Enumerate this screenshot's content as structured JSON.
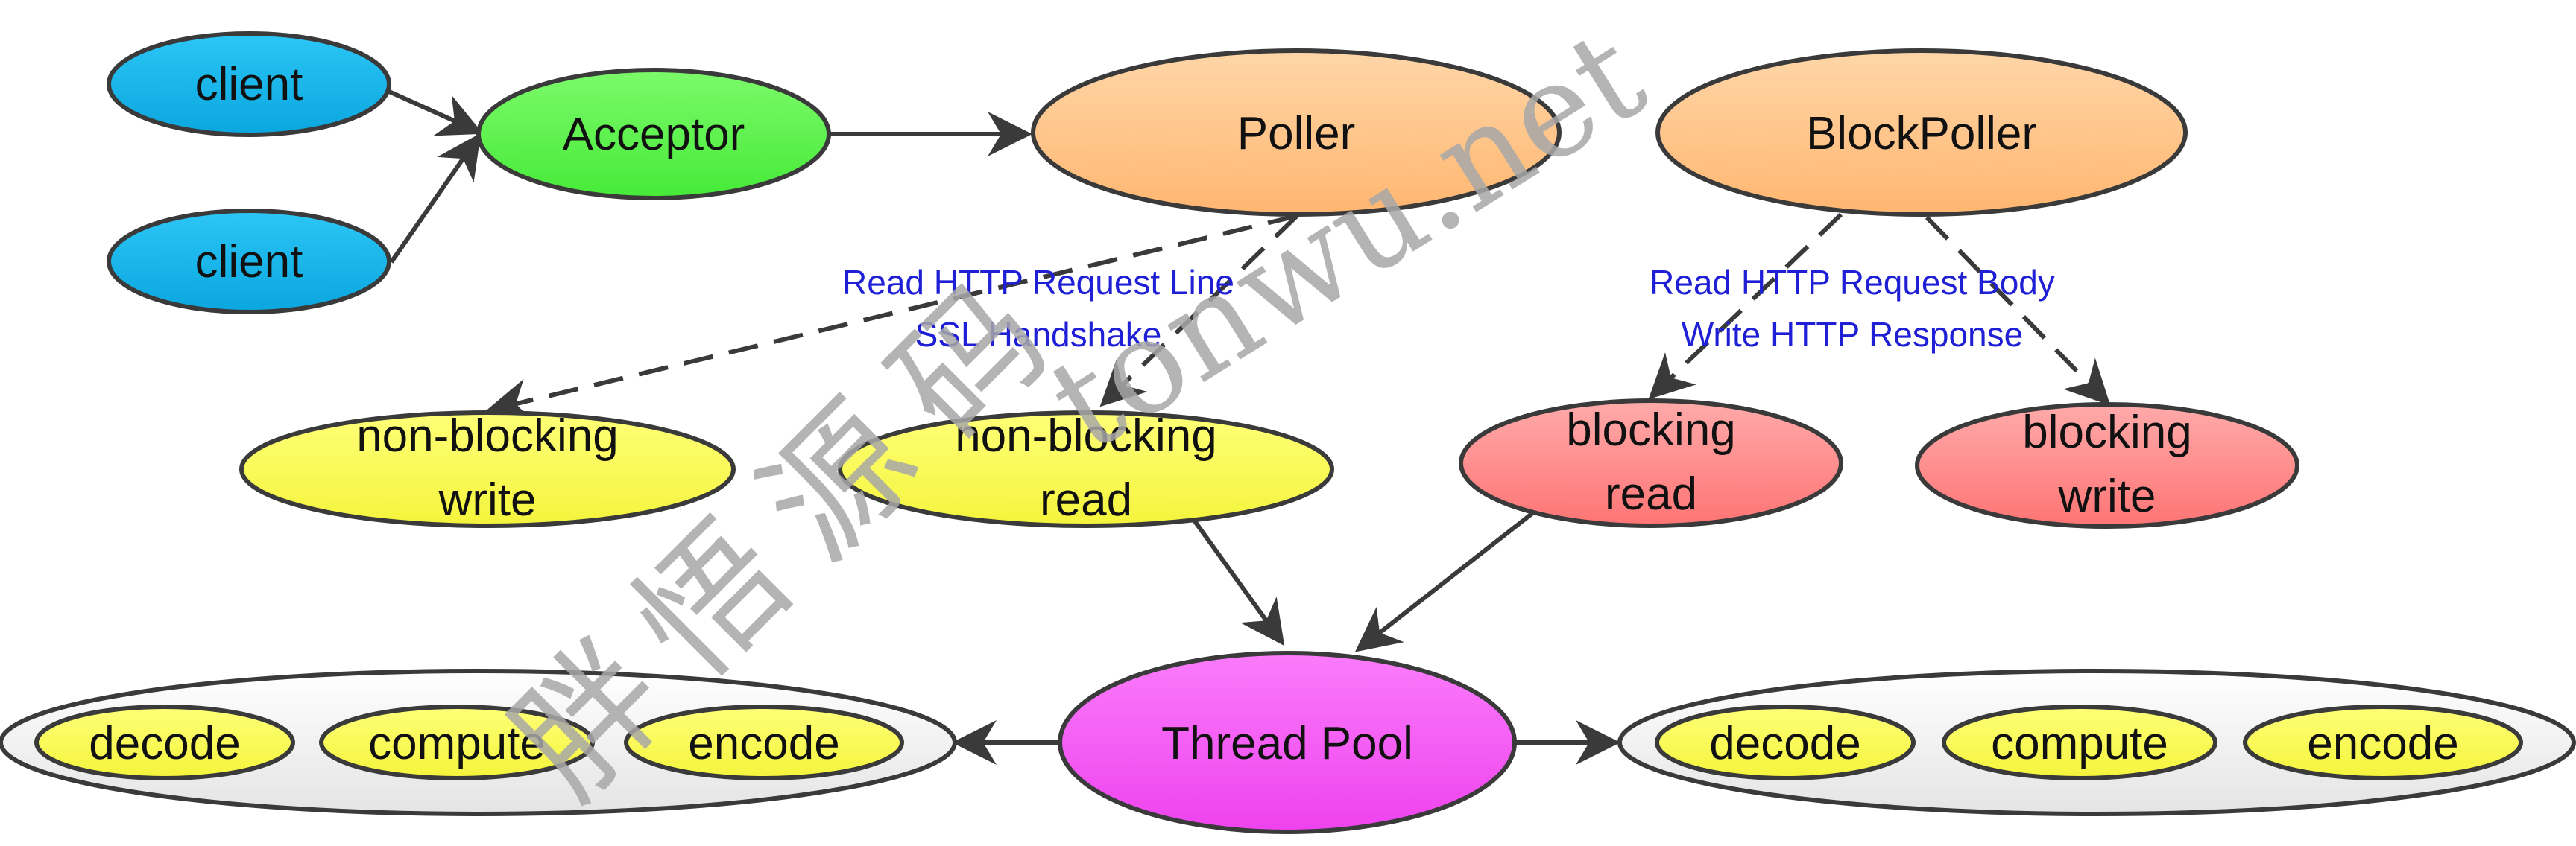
{
  "nodes": {
    "client_1": "client",
    "client_2": "client",
    "acceptor": "Acceptor",
    "poller": "Poller",
    "block_poller": "BlockPoller",
    "nb_write": [
      "non-blocking",
      "write"
    ],
    "nb_read": [
      "non-blocking",
      "read"
    ],
    "b_read": [
      "blocking",
      "read"
    ],
    "b_write": [
      "blocking",
      "write"
    ],
    "thread_pool": "Thread Pool",
    "left_group": [
      "decode",
      "compute",
      "encode"
    ],
    "right_group": [
      "decode",
      "compute",
      "encode"
    ]
  },
  "edge_labels": {
    "poller_ops": [
      "Read HTTP Request Line",
      "SSL Handshake"
    ],
    "block_poller_ops": [
      "Read HTTP Request Body",
      "Write HTTP Response"
    ]
  },
  "watermark": [
    "胖",
    "悟",
    "源",
    "码",
    "tonwu.net"
  ],
  "colors": {
    "client": "#10b4ec",
    "acceptor": "#5ef34e",
    "poller": "#ffc48a",
    "nonblocking": "#fbfb50",
    "blocking": "#ff8a8a",
    "thread_pool": "#f45af4",
    "group": "#f2f2f2",
    "edge_label": "#1f1fd6"
  }
}
